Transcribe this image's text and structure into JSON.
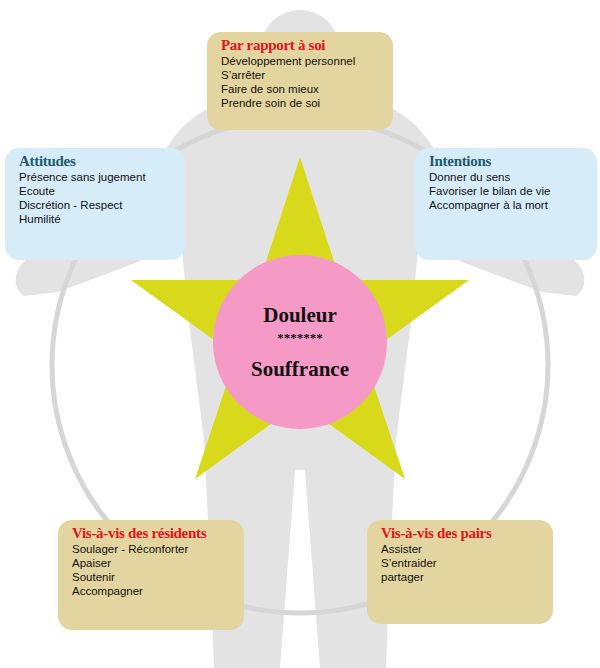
{
  "diagram": {
    "nodes": [
      {
        "text": [
          "Par rapport à soi",
          "Développement personnel",
          "S’arrêter",
          "Faire de son mieux",
          "Prendre soin de soi"
        ]
      },
      {
        "text": [
          "Attitudes",
          "Présence sans jugement",
          "Ecoute",
          "Discrétion - Respect",
          "Humilité"
        ]
      },
      {
        "text": [
          "Intentions",
          "Donner du sens",
          "Favoriser le bilan de vie",
          "Accompagner à la mort"
        ]
      },
      {
        "text": [
          "Douleur",
          "*******",
          "Souffrance"
        ]
      },
      {
        "text": [
          "Vis-à-vis des résidents",
          "Soulager - Réconforter",
          "Apaiser",
          "Soutenir",
          "Accompagner"
        ]
      },
      {
        "text": [
          "Vis-à-vis des pairs",
          "Assister",
          "S’entraider",
          "partager"
        ]
      }
    ]
  }
}
